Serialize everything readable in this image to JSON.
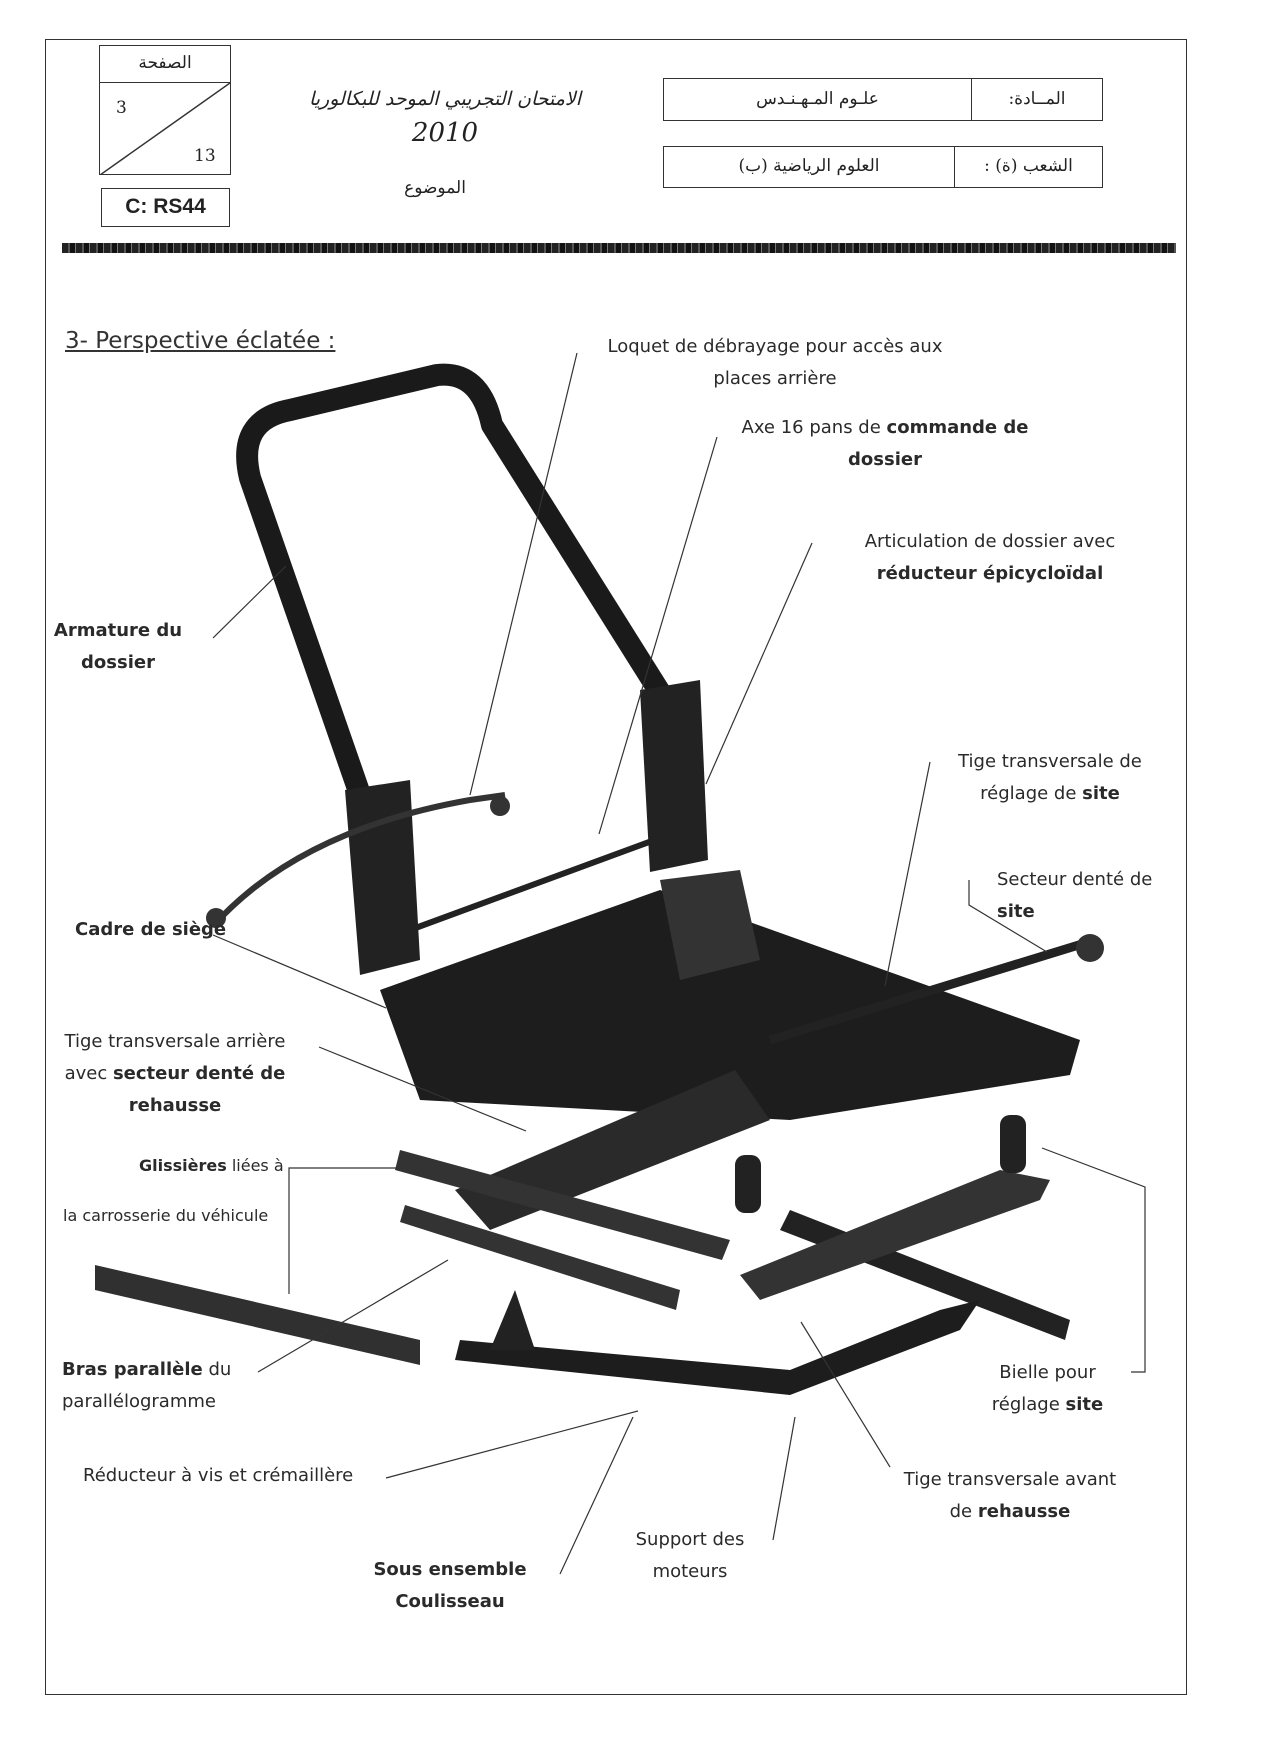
{
  "header": {
    "page_label": "الصفحة",
    "page_current": "3",
    "page_total": "13",
    "code": "C: RS44",
    "exam_title": "الامتحان التجريبي الموحد للبكالوريا",
    "year": "2010",
    "subject_label": "الموضوع",
    "matiere_label": "المــادة:",
    "matiere_value": "علـوم المـهـنـدس",
    "filiere_label": "الشعب (ة) :",
    "filiere_value": "العلوم الرياضية (ب)"
  },
  "section": {
    "heading": "3- Perspective éclatée :"
  },
  "labels": {
    "loquet": [
      "Loquet de débrayage  pour accès aux",
      "places arrière"
    ],
    "axe": [
      "Axe 16 pans de ",
      "commande de",
      "dossier"
    ],
    "articulation": [
      "Articulation de dossier avec",
      "réducteur épicycloïdal"
    ],
    "armature": [
      "Armature du",
      "dossier"
    ],
    "tige_site": [
      "Tige transversale de",
      "réglage de ",
      "site"
    ],
    "secteur_site": [
      "Secteur denté de",
      "site"
    ],
    "cadre": "Cadre de siège",
    "tige_arriere": [
      "Tige transversale arrière",
      "avec ",
      "secteur denté de",
      "rehausse"
    ],
    "glissieres": [
      "Glissières",
      " liées à",
      "la carrosserie du véhicule"
    ],
    "bras": [
      "Bras parallèle",
      " du",
      "parallélogramme"
    ],
    "reducteur": "Réducteur à vis et crémaillère",
    "sous_ensemble": [
      "Sous ensemble",
      "Coulisseau"
    ],
    "support": [
      "Support des",
      "moteurs"
    ],
    "tige_avant": [
      "Tige transversale avant",
      "de ",
      "rehausse"
    ],
    "bielle": [
      "Bielle pour",
      "réglage ",
      "site"
    ]
  }
}
